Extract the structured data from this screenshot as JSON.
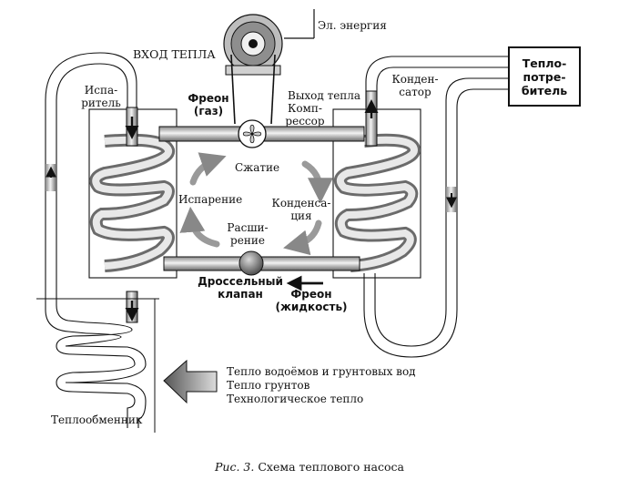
{
  "labels": {
    "power": "Эл. энергия",
    "heat_in": "ВХОД ТЕПЛА",
    "evaporator": [
      "Испа-",
      "ритель"
    ],
    "freon_gas": [
      "Фреон",
      "(газ)"
    ],
    "heat_out": "Выход тепла",
    "condenser": [
      "Конден-",
      "сатор"
    ],
    "compressor": [
      "Комп-",
      "рессор"
    ],
    "consumer": [
      "Тепло-",
      "потре-",
      "битель"
    ],
    "compression": "Сжатие",
    "evaporation": "Испарение",
    "condensation": [
      "Конденса-",
      "ция"
    ],
    "expansion": [
      "Расши-",
      "рение"
    ],
    "throttle_valve": [
      "Дроссельный",
      "клапан"
    ],
    "freon_liquid": [
      "Фреон",
      "(жидкость)"
    ],
    "sources": [
      "Тепло водоёмов и грунтовых вод",
      "Тепло грунтов",
      "Технологическое тепло"
    ],
    "heat_exchanger": "Теплообменник"
  },
  "caption": {
    "prefix": "Рис. 3.",
    "text": " Схема теплового насоса"
  },
  "colors": {
    "pipe_dark": "#6e6e6e",
    "pipe_light": "#e6e6e6",
    "line": "#111111"
  }
}
